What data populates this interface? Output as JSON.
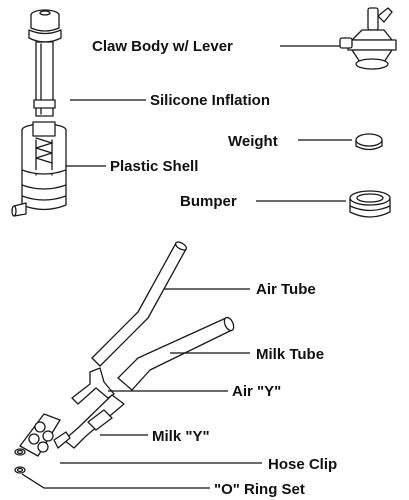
{
  "labels": {
    "claw_body": "Claw Body w/ Lever",
    "silicone_inflation": "Silicone Inflation",
    "weight": "Weight",
    "plastic_shell": "Plastic Shell",
    "bumper": "Bumper",
    "air_tube": "Air Tube",
    "milk_tube": "Milk Tube",
    "air_y": "Air \"Y\"",
    "milk_y": "Milk \"Y\"",
    "hose_clip": "Hose Clip",
    "o_ring_set": "\"O\" Ring Set"
  },
  "colors": {
    "line": "#1a1a1a",
    "background": "#ffffff"
  }
}
